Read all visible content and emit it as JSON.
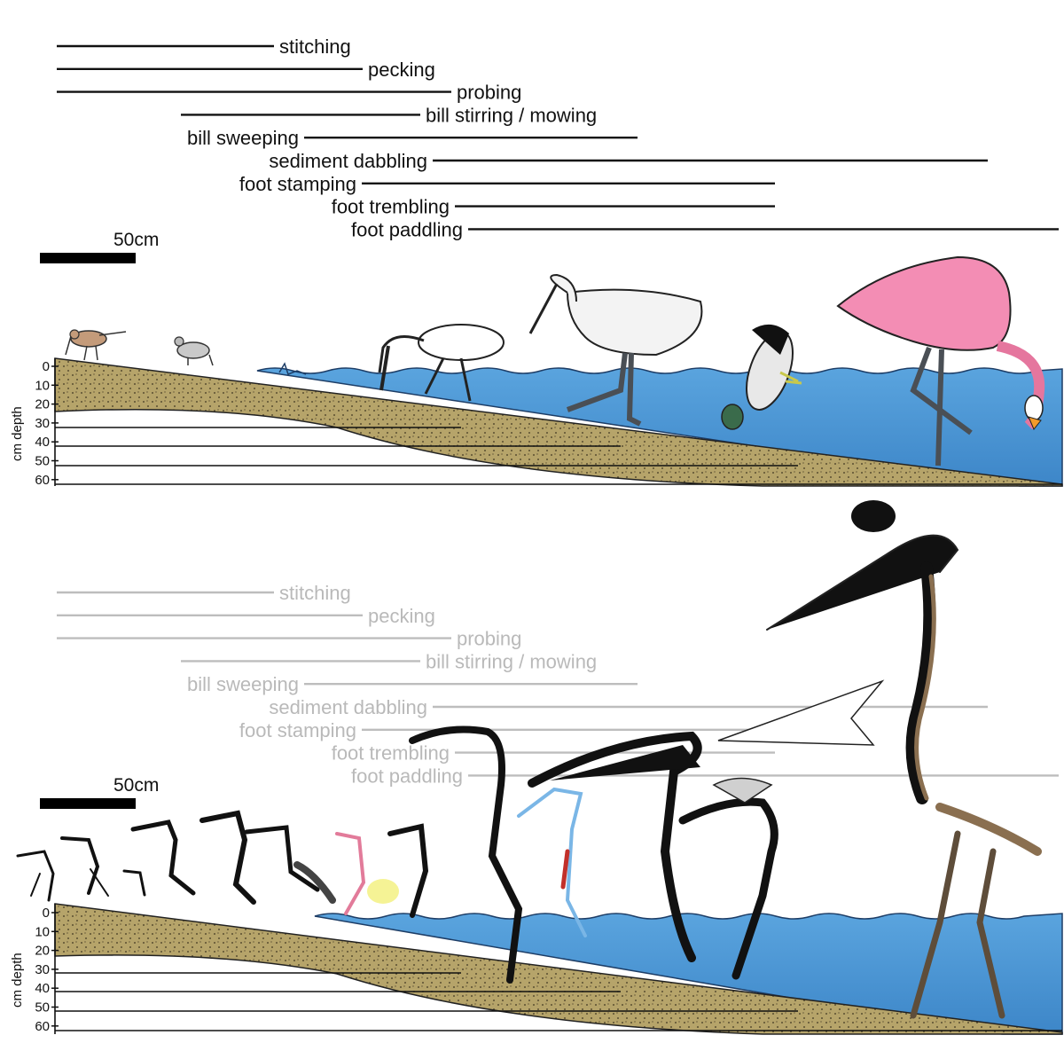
{
  "scale_bar_label": "50cm",
  "depth_axis_label": "cm depth",
  "depth_ticks": [
    "0",
    "10",
    "20",
    "30",
    "40",
    "50",
    "60"
  ],
  "behaviors": [
    {
      "label": "stitching",
      "start": 0,
      "end": 245
    },
    {
      "label": "pecking",
      "start": 0,
      "end": 345
    },
    {
      "label": "probing",
      "start": 0,
      "end": 445
    },
    {
      "label": "bill stirring / mowing",
      "start": 140,
      "end": 410
    },
    {
      "label": "bill sweeping",
      "start": 275,
      "end": 655
    },
    {
      "label": "sediment dabbling",
      "start": 420,
      "end": 1050
    },
    {
      "label": "foot stamping",
      "start": 340,
      "end": 810
    },
    {
      "label": "foot trembling",
      "start": 445,
      "end": 810
    },
    {
      "label": "foot paddling",
      "start": 460,
      "end": 1130
    }
  ],
  "colors": {
    "water": "#4a95d4",
    "water_light": "#82bde8",
    "sediment": "#b6a46a",
    "sediment_dots": "#3d3520",
    "flamingo": "#f38db4",
    "egret": "#f3f3f3",
    "pterosaur": "#111111",
    "bone": "#8a6f50"
  },
  "panels": [
    {
      "id": "top",
      "label_style": "dark"
    },
    {
      "id": "bottom",
      "label_style": "grey"
    }
  ]
}
